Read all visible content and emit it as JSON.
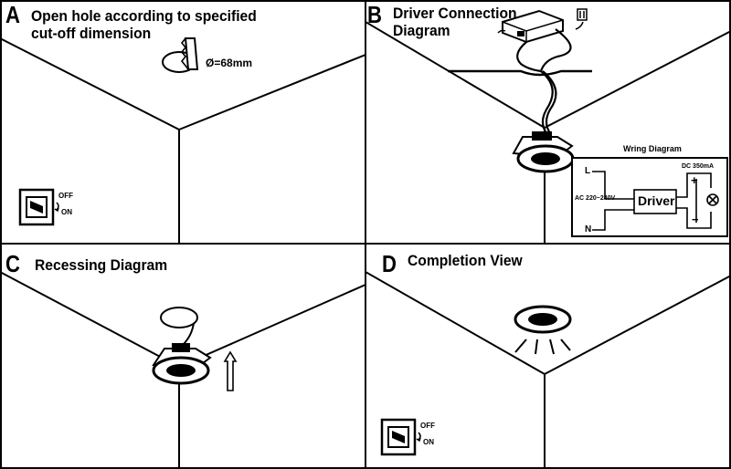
{
  "panels": {
    "a": {
      "letter": "A",
      "title_line1": "Open hole according to specified",
      "title_line2": "cut-off dimension",
      "dimension": "Ø=68mm",
      "switch_off": "OFF",
      "switch_on": "ON"
    },
    "b": {
      "letter": "B",
      "title_line1": "Driver Connection",
      "title_line2": "Diagram"
    },
    "c": {
      "letter": "C",
      "title_line1": "Recessing Diagram"
    },
    "d": {
      "letter": "D",
      "title_line1": "Completion View",
      "switch_off": "OFF",
      "switch_on": "ON"
    }
  },
  "wiring": {
    "title": "Wring Diagram",
    "live": "L",
    "neutral": "N",
    "input": "AC 220~240V",
    "output": "DC 350mA",
    "driver": "Driver",
    "plus": "+",
    "minus": "−"
  },
  "colors": {
    "line": "#000000",
    "background": "#ffffff"
  }
}
